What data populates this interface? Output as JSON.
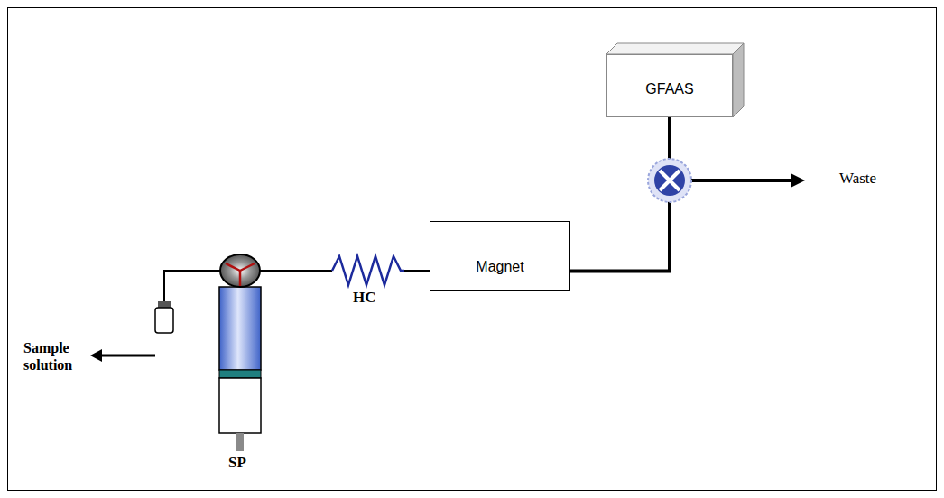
{
  "diagram": {
    "nodes": [
      {
        "text": [
          "GFAAS"
        ]
      },
      {
        "text": [
          "Magnet"
        ]
      }
    ],
    "edges": [
      {
        "from": 1,
        "to": 0,
        "arrow": "none"
      }
    ],
    "labels": [
      "Waste",
      "HC",
      "Sample solution",
      "SP"
    ]
  }
}
